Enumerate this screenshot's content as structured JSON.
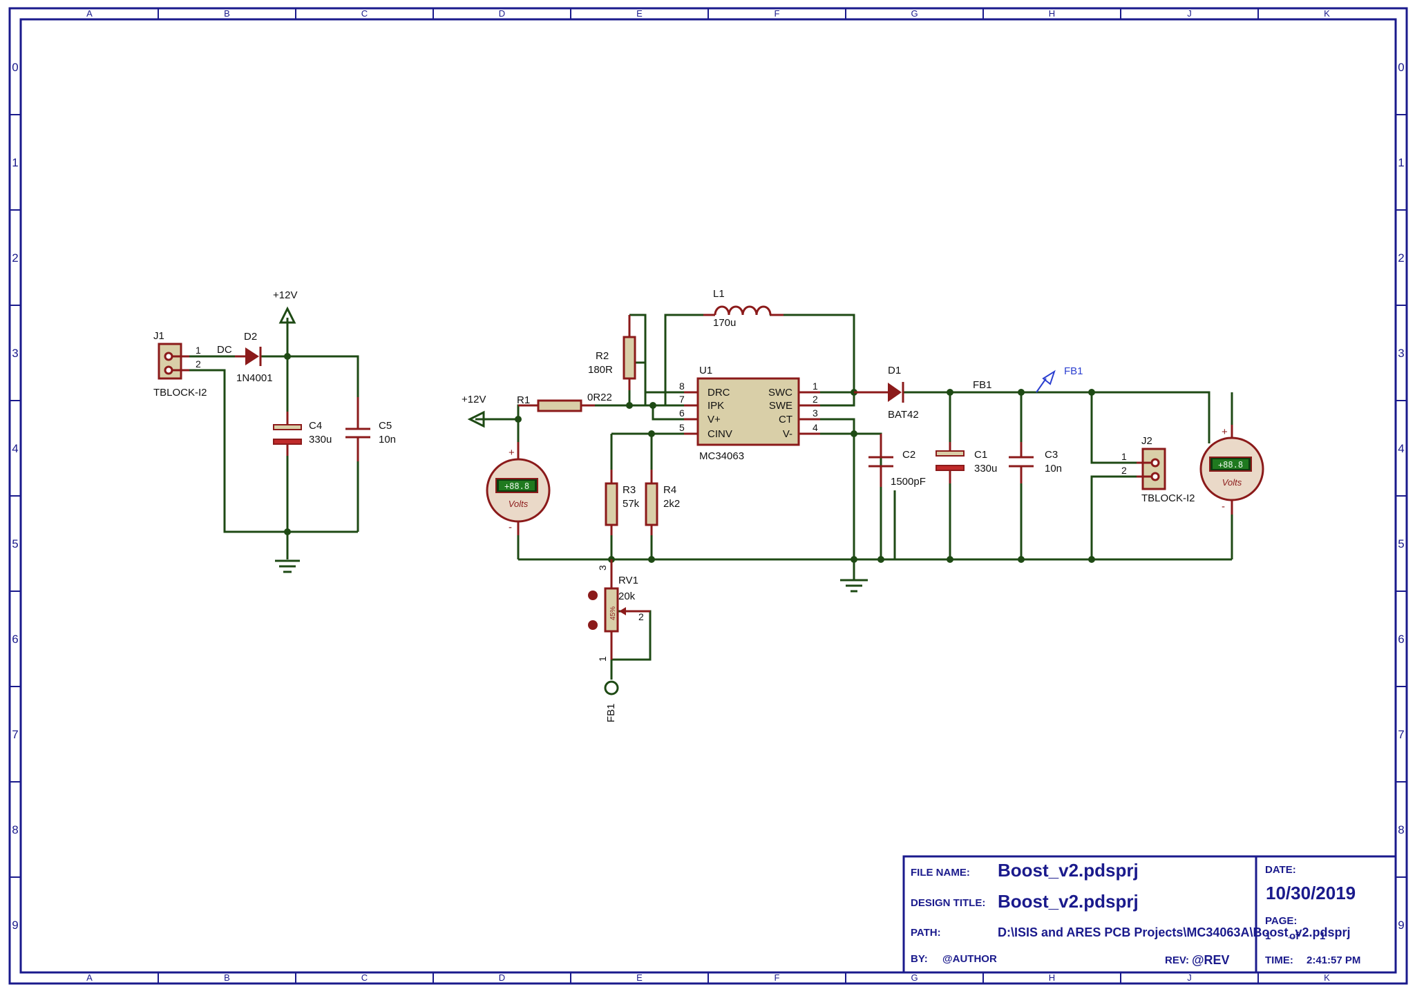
{
  "grid": {
    "columns": [
      "A",
      "B",
      "C",
      "D",
      "E",
      "F",
      "G",
      "H",
      "J",
      "K"
    ],
    "rows": [
      "0",
      "1",
      "2",
      "3",
      "4",
      "5",
      "6",
      "7",
      "8",
      "9"
    ]
  },
  "components": {
    "j1": {
      "ref": "J1",
      "value": "TBLOCK-I2",
      "pin1": "1",
      "pin2": "2"
    },
    "d2": {
      "ref": "D2",
      "value": "1N4001"
    },
    "net_dc": "DC",
    "pwr_12v_a": "+12V",
    "c4": {
      "ref": "C4",
      "value": "330u"
    },
    "c5": {
      "ref": "C5",
      "value": "10n"
    },
    "l1": {
      "ref": "L1",
      "value": "170u"
    },
    "r2": {
      "ref": "R2",
      "value": "180R"
    },
    "pwr_12v_b": "+12V",
    "r1": {
      "ref": "R1",
      "value": "0R22"
    },
    "u1": {
      "ref": "U1",
      "value": "MC34063",
      "left_pins": [
        {
          "num": "8",
          "name": "DRC"
        },
        {
          "num": "7",
          "name": "IPK"
        },
        {
          "num": "6",
          "name": "V+"
        },
        {
          "num": "5",
          "name": "CINV"
        }
      ],
      "right_pins": [
        {
          "num": "1",
          "name": "SWC"
        },
        {
          "num": "2",
          "name": "SWE"
        },
        {
          "num": "3",
          "name": "CT"
        },
        {
          "num": "4",
          "name": "V-"
        }
      ]
    },
    "d1": {
      "ref": "D1",
      "value": "BAT42"
    },
    "net_fb1": "FB1",
    "probe_fb1": "FB1",
    "c2": {
      "ref": "C2",
      "value": "1500pF"
    },
    "c1": {
      "ref": "C1",
      "value": "330u"
    },
    "c3": {
      "ref": "C3",
      "value": "10n"
    },
    "j2": {
      "ref": "J2",
      "value": "TBLOCK-I2",
      "pin1": "1",
      "pin2": "2"
    },
    "r3": {
      "ref": "R3",
      "value": "57k"
    },
    "r4": {
      "ref": "R4",
      "value": "2k2"
    },
    "rv1": {
      "ref": "RV1",
      "value": "20k",
      "pin1": "1",
      "pin2": "2",
      "pin3": "3",
      "wiper": "45%"
    },
    "terminal_fb1": "FB1"
  },
  "voltmeters": [
    {
      "display": "+88.8",
      "unit": "Volts",
      "plus": "+",
      "minus": "-"
    },
    {
      "display": "+88.8",
      "unit": "Volts",
      "plus": "+",
      "minus": "-"
    }
  ],
  "title_block": {
    "file_name_label": "FILE NAME:",
    "file_name": "Boost_v2.pdsprj",
    "design_title_label": "DESIGN TITLE:",
    "design_title": "Boost_v2.pdsprj",
    "path_label": "PATH:",
    "path": "D:\\ISIS and ARES PCB Projects\\MC34063A\\Boost_v2.pdsprj",
    "by_label": "BY:",
    "by": "@AUTHOR",
    "rev_label": "REV:",
    "rev": "@REV",
    "date_label": "DATE:",
    "date": "10/30/2019",
    "page_label": "PAGE:",
    "page_num": "1",
    "page_of": "of",
    "page_total": "1",
    "time_label": "TIME:",
    "time": "2:41:57 PM"
  },
  "colors": {
    "wire": "#1e4a14",
    "component": "#8b1a1a",
    "body": "#d9cfa8",
    "frame": "#1a1a8c",
    "meter_screen": "#1f7a1f"
  }
}
